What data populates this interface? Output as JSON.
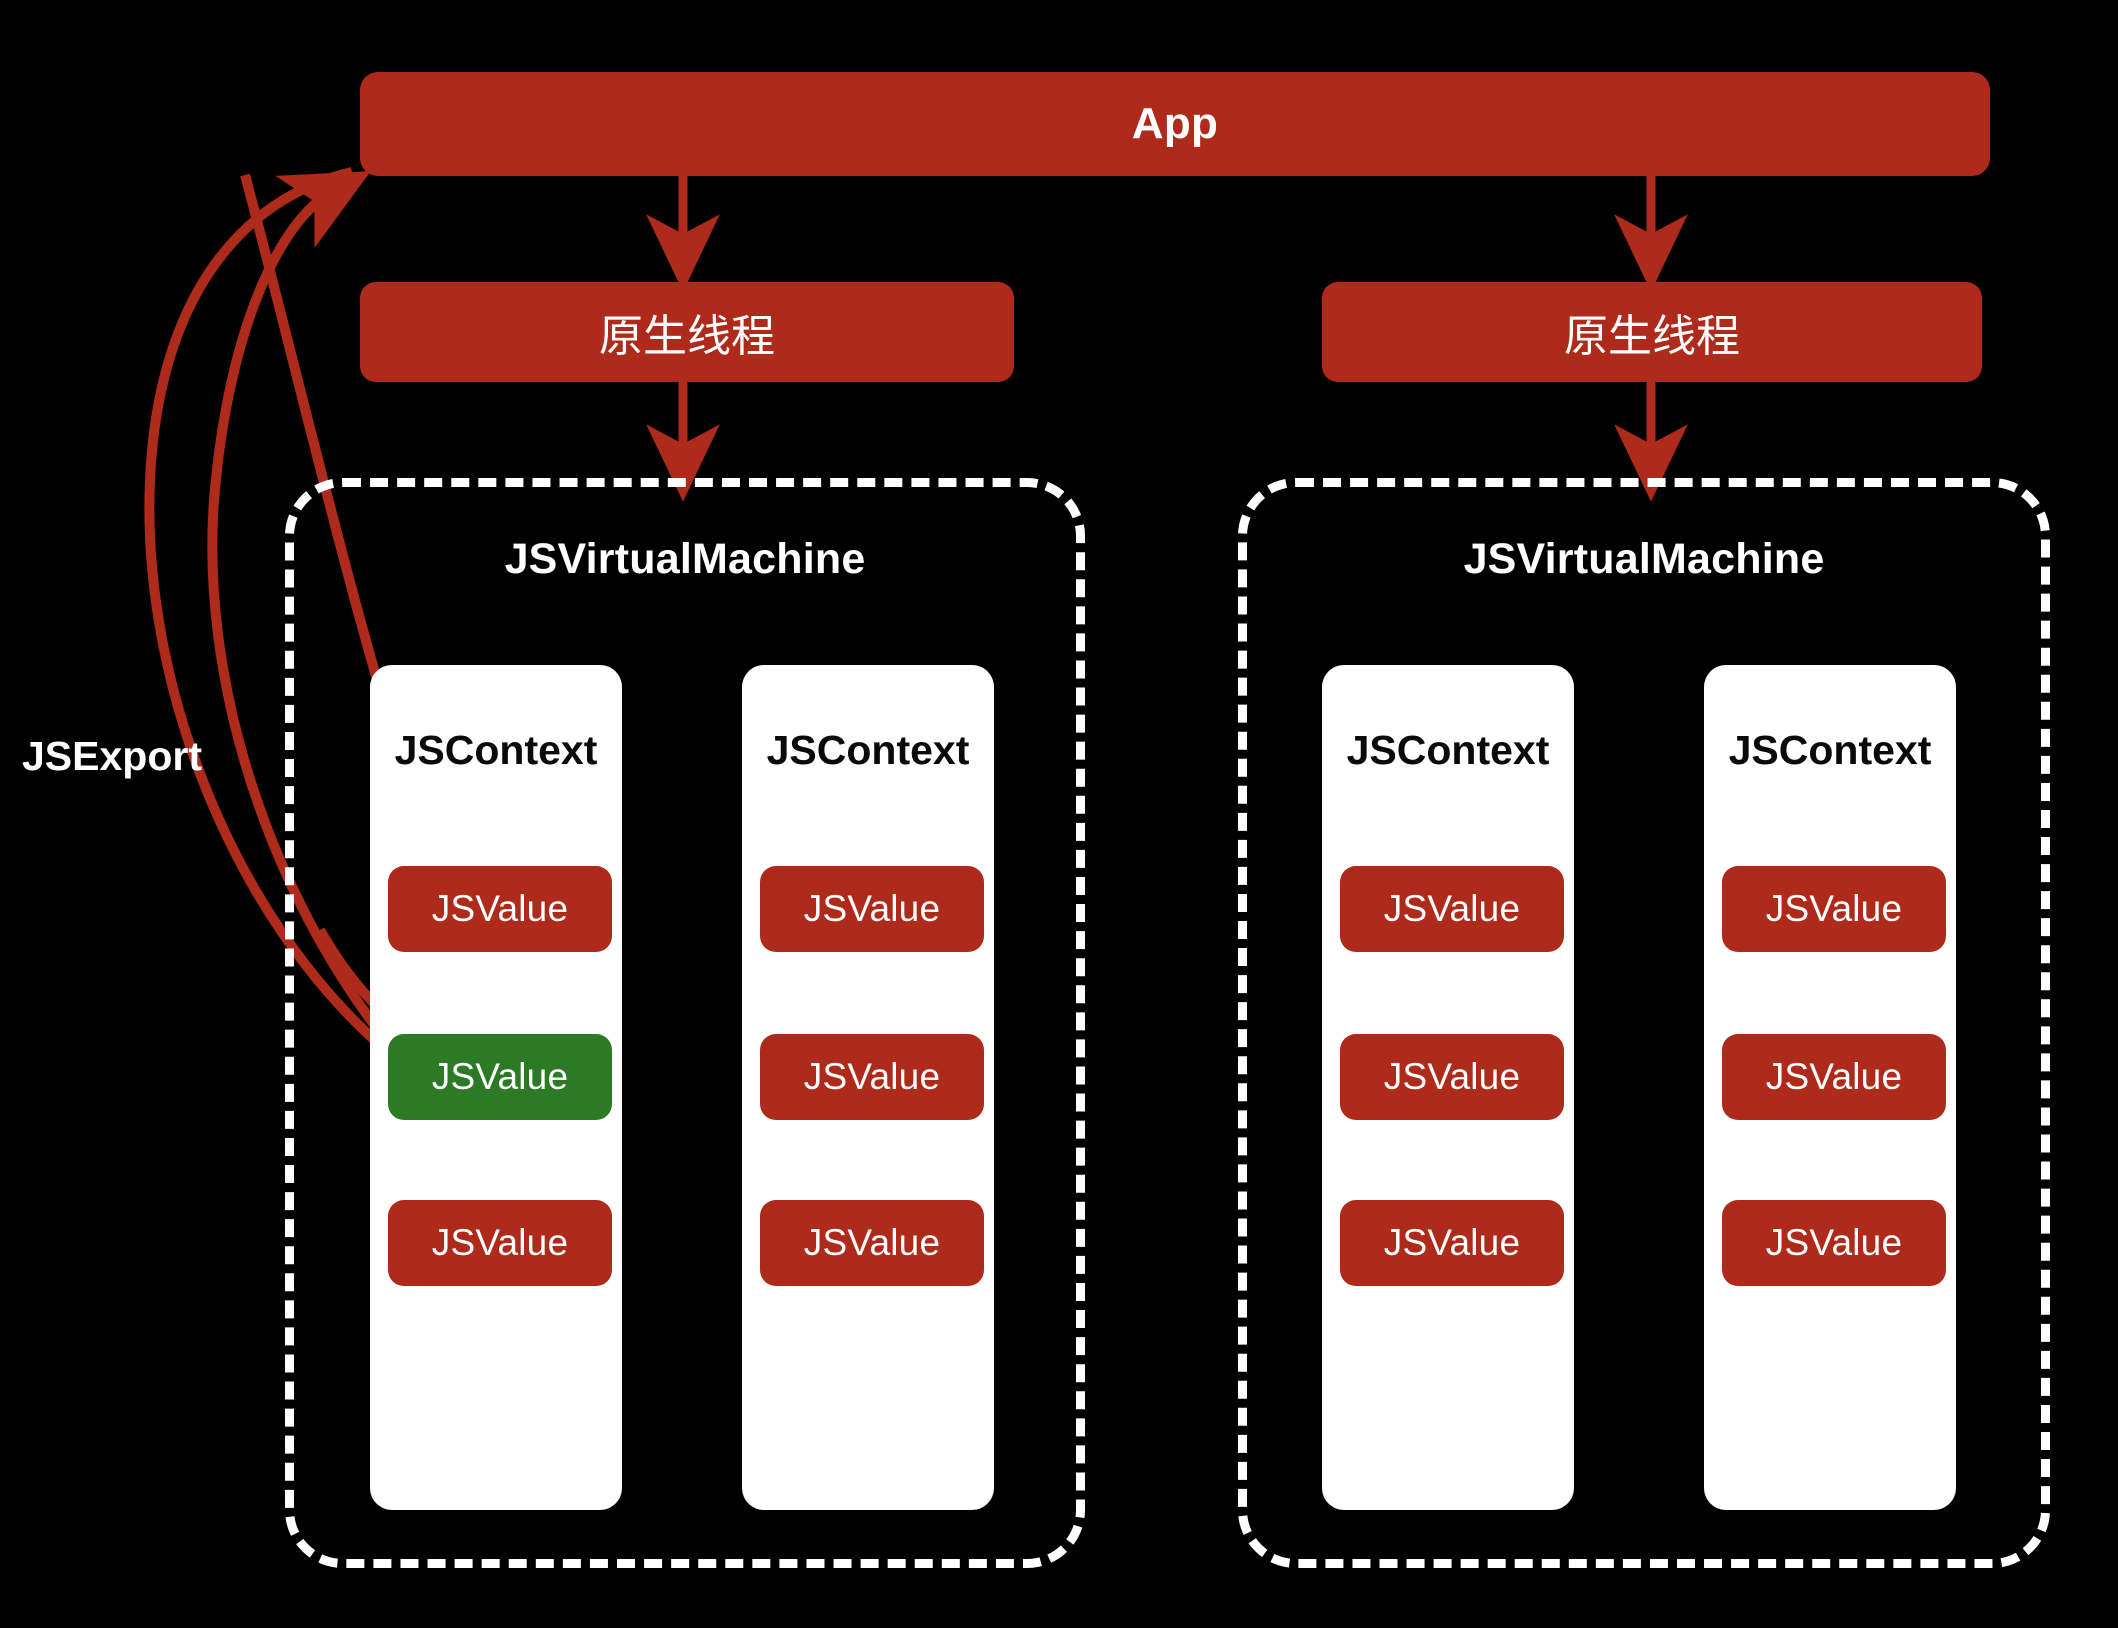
{
  "diagram": {
    "title_node": {
      "label": "App"
    },
    "background_color": "#000000",
    "accent_color": "#AE2A1A",
    "highlight_color": "#2C7A25",
    "panel_color": "#FFFFFF",
    "threads": [
      {
        "label": "原生线程"
      },
      {
        "label": "原生线程"
      }
    ],
    "export_label": {
      "label": "JSExport"
    },
    "virtual_machines": [
      {
        "label": "JSVirtualMachine",
        "contexts": [
          {
            "label": "JSContext",
            "values": [
              {
                "label": "JSValue",
                "color": "red"
              },
              {
                "label": "JSValue",
                "color": "green"
              },
              {
                "label": "JSValue",
                "color": "red"
              }
            ]
          },
          {
            "label": "JSContext",
            "values": [
              {
                "label": "JSValue",
                "color": "red"
              },
              {
                "label": "JSValue",
                "color": "red"
              },
              {
                "label": "JSValue",
                "color": "red"
              }
            ]
          }
        ]
      },
      {
        "label": "JSVirtualMachine",
        "contexts": [
          {
            "label": "JSContext",
            "values": [
              {
                "label": "JSValue",
                "color": "red"
              },
              {
                "label": "JSValue",
                "color": "red"
              },
              {
                "label": "JSValue",
                "color": "red"
              }
            ]
          },
          {
            "label": "JSContext",
            "values": [
              {
                "label": "JSValue",
                "color": "red"
              },
              {
                "label": "JSValue",
                "color": "red"
              },
              {
                "label": "JSValue",
                "color": "red"
              }
            ]
          }
        ]
      }
    ]
  }
}
